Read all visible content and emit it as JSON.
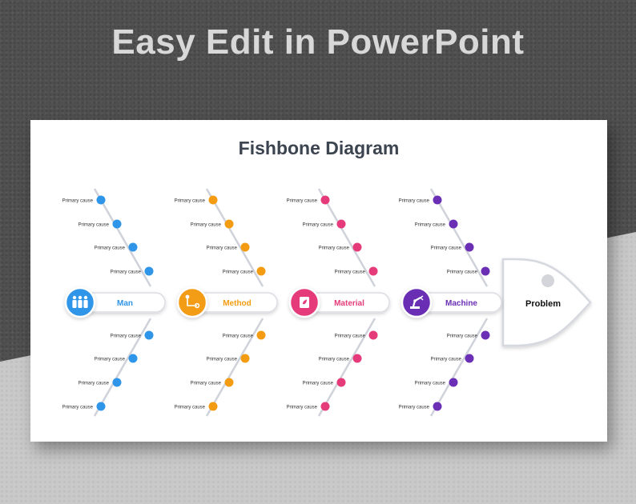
{
  "headline": "Easy Edit in PowerPoint",
  "slide": {
    "title": "Fishbone Diagram",
    "head_label": "Problem",
    "cause_label": "Primary cause",
    "line_color": "#cfd2da",
    "categories": [
      {
        "label": "Man",
        "color": "#2f95e8",
        "icon": "people-icon"
      },
      {
        "label": "Method",
        "color": "#f39c12",
        "icon": "flowchart-icon"
      },
      {
        "label": "Material",
        "color": "#e63b7a",
        "icon": "package-icon"
      },
      {
        "label": "Machine",
        "color": "#6a2fb5",
        "icon": "robot-arm-icon"
      }
    ]
  }
}
